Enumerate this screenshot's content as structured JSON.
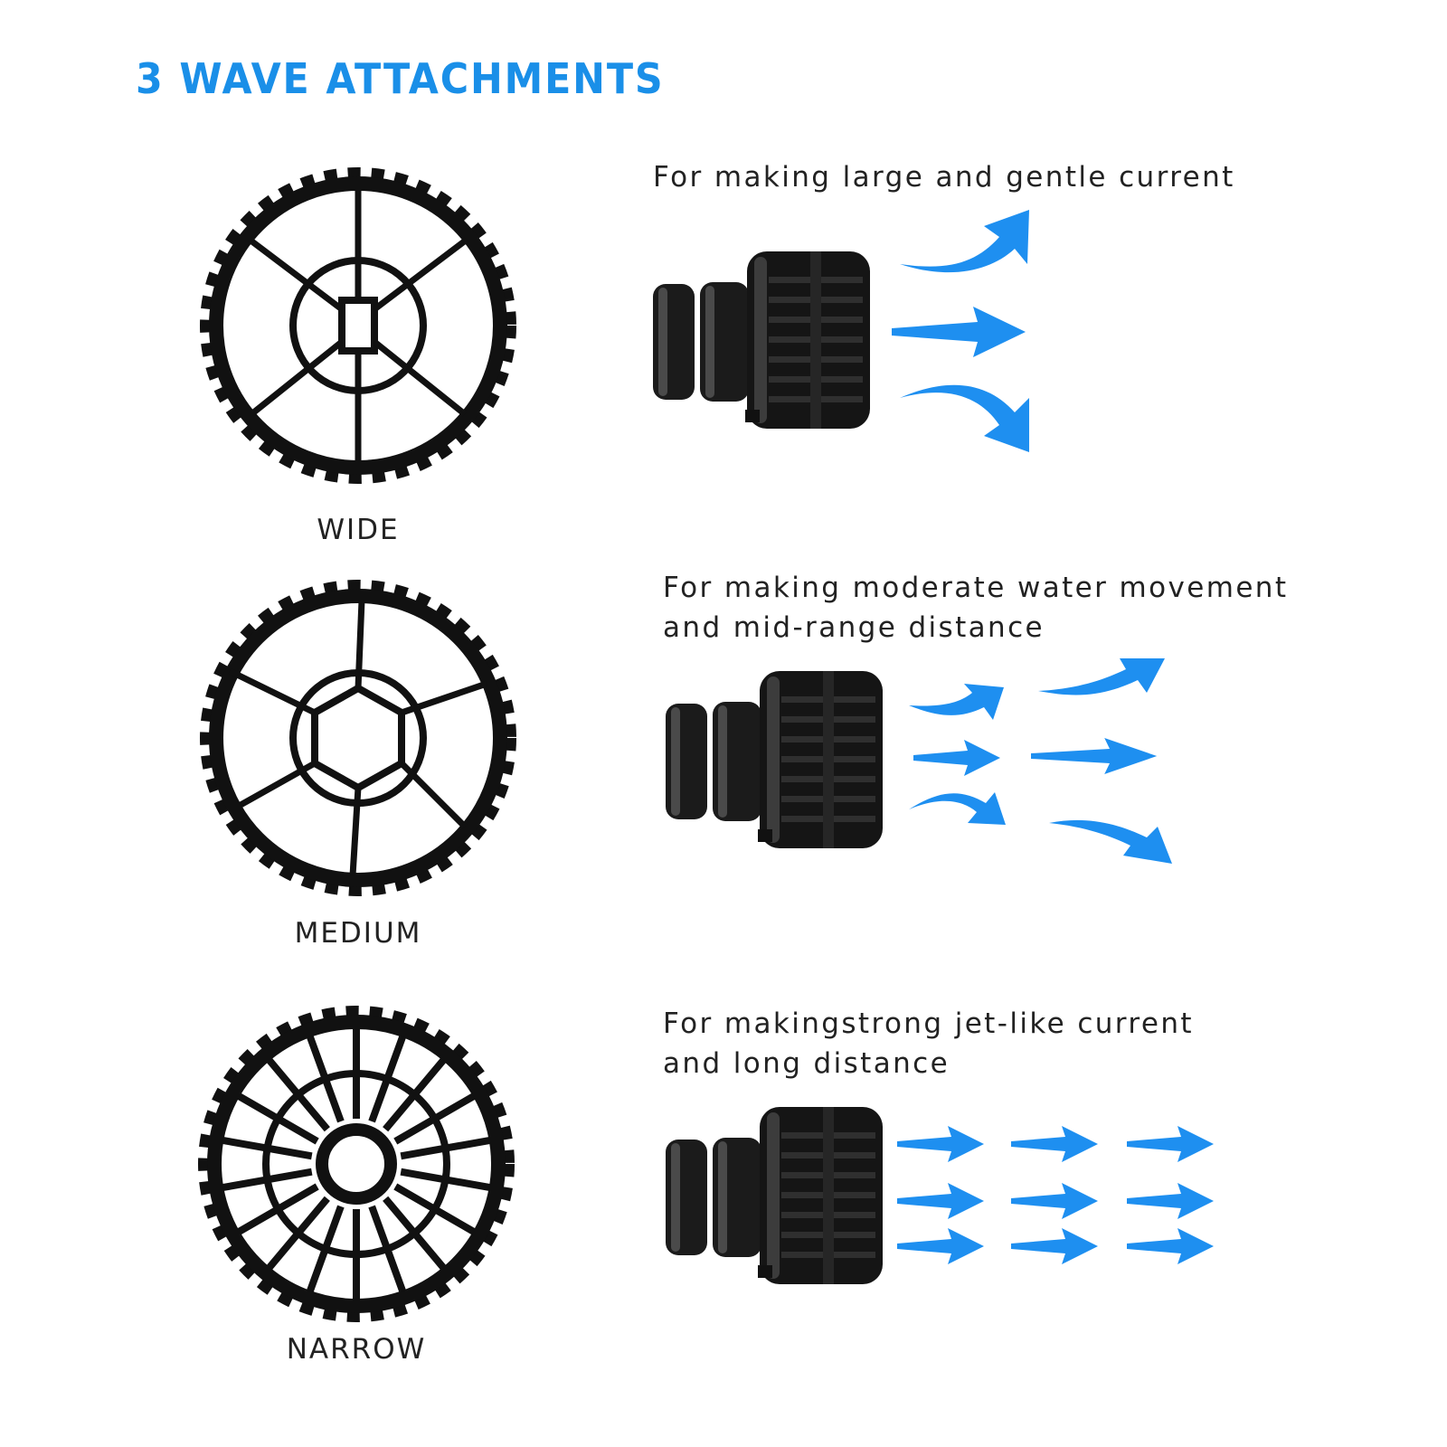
{
  "title": "3 WAVE ATTACHMENTS",
  "accent_color": "#1a8fe8",
  "attachments": [
    {
      "name": "WIDE",
      "description_lines": [
        "For making large and gentle current"
      ],
      "icon": "wide-attachment-icon"
    },
    {
      "name": "MEDIUM",
      "description_lines": [
        "For making moderate water movement",
        "and mid-range distance"
      ],
      "icon": "medium-attachment-icon"
    },
    {
      "name": "NARROW",
      "description_lines": [
        "For makingstrong jet-like current",
        "and long distance"
      ],
      "icon": "narrow-attachment-icon"
    }
  ]
}
